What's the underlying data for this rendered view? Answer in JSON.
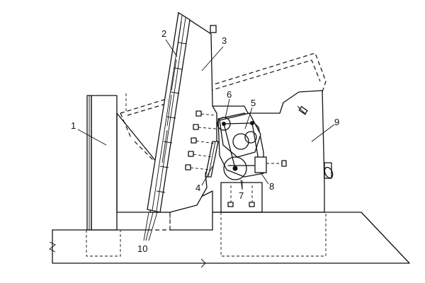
{
  "labels": {
    "l1": "1",
    "l2": "2",
    "l3": "3",
    "l4": "4",
    "l5": "5",
    "l6": "6",
    "l7": "7",
    "l8": "8",
    "l9": "9",
    "l10": "10"
  },
  "colors": {
    "line": "#111111",
    "background": "#ffffff"
  }
}
